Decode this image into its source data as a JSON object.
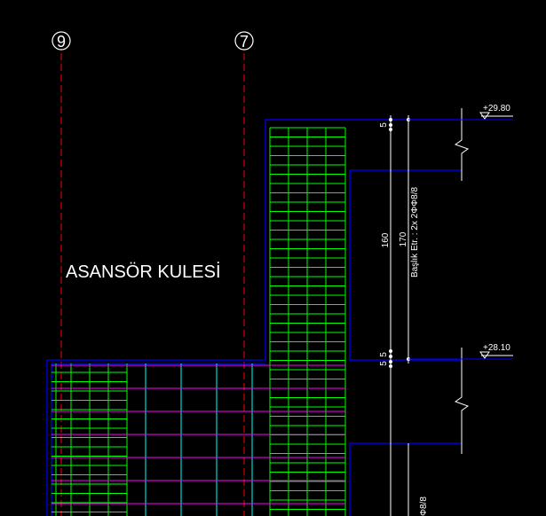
{
  "drawing": {
    "axes": [
      {
        "label": "9"
      },
      {
        "label": "7"
      }
    ],
    "title": "ASANSÖR KULESİ",
    "levels": {
      "upper": "+29.80",
      "lower": "+28.10"
    },
    "dimensions": {
      "top_cover": "5",
      "wall_height": "160",
      "total_height": "170",
      "mid_cover_a": "5",
      "mid_cover_b": "5"
    },
    "notes": {
      "stirrup": "Başlık Etr. : 2x 2ΦΦ8/8",
      "stirrup_partial": "Φ8/8"
    },
    "colors": {
      "background": "#000000",
      "outline": "#0000ff",
      "rebar_vertical": "#00ff00",
      "rebar_horizontal": "#00ff00",
      "rebar_slab": "#ff00ff",
      "rebar_cyan": "#00ffff",
      "axis_line": "#ff0000",
      "text": "#ffffff"
    }
  }
}
